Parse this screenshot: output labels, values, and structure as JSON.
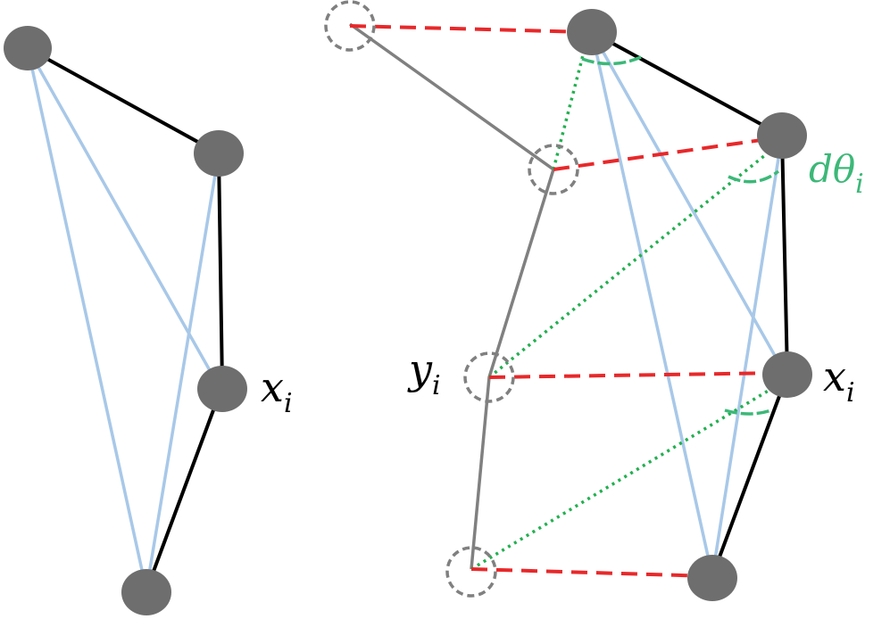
{
  "labels": {
    "left_xi": {
      "main": "x",
      "sub": "i"
    },
    "right_xi": {
      "main": "x",
      "sub": "i"
    },
    "right_yi": {
      "main": "y",
      "sub": "i"
    },
    "dtheta": {
      "main": "dθ",
      "sub": "i"
    }
  },
  "colors": {
    "node_fill": "#6e6e6e",
    "skeleton_edge": "#000000",
    "blue_edge": "#a8c8e8",
    "source_skeleton": "#808080",
    "dashed_node_stroke": "#808080",
    "correspondence": "#e8282a",
    "green_dotted": "#22b050",
    "angle_arc": "#3cb878"
  }
}
